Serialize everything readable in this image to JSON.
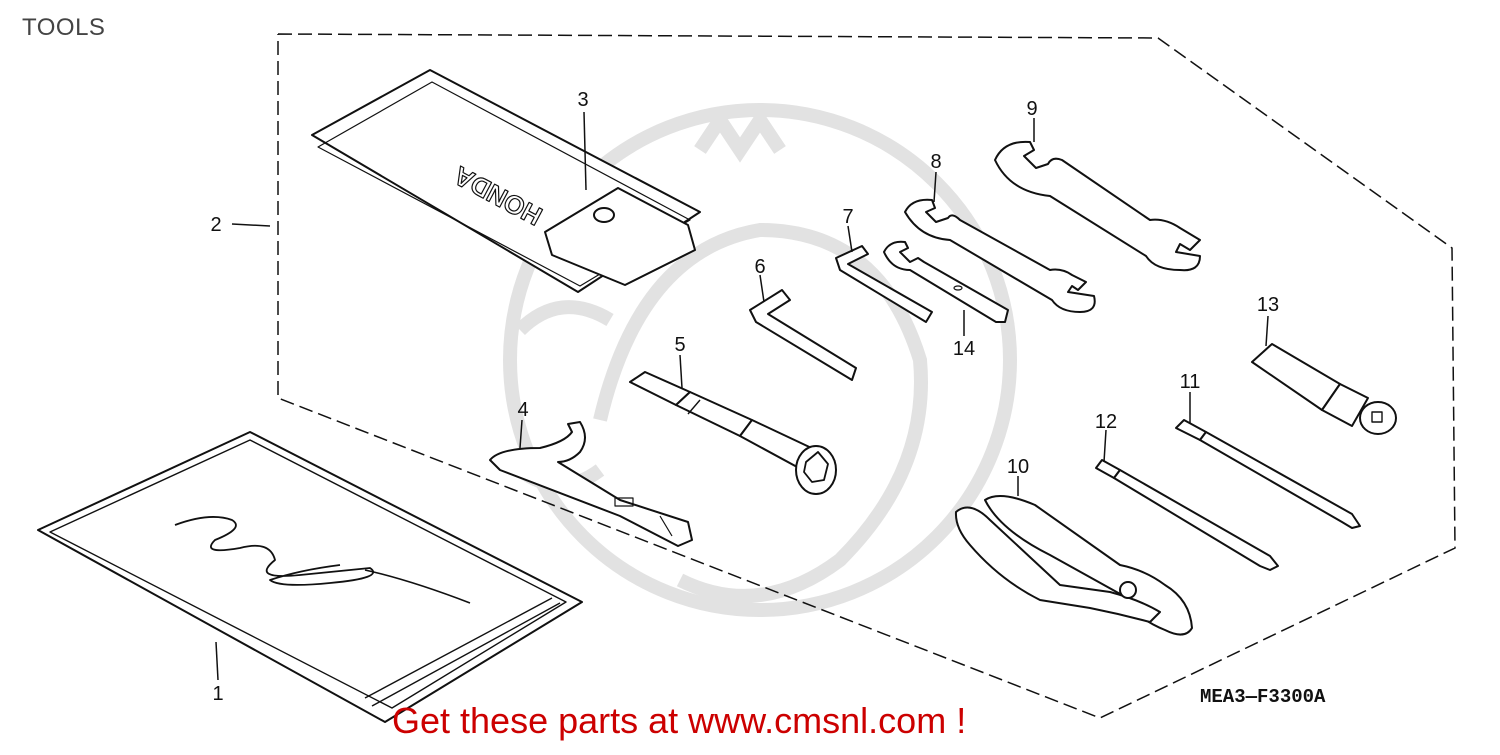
{
  "header": {
    "title": "TOOLS"
  },
  "diagram": {
    "code": "MEA3—F3300A",
    "bag_print": "HONDA",
    "callouts": [
      "1",
      "2",
      "3",
      "4",
      "5",
      "6",
      "7",
      "8",
      "9",
      "10",
      "11",
      "12",
      "13",
      "14"
    ]
  },
  "footer": {
    "promo": "Get these parts at www.cmsnl.com !"
  },
  "colors": {
    "line": "#111111",
    "watermark": "#e2e2e2",
    "promo": "#cc0000"
  }
}
